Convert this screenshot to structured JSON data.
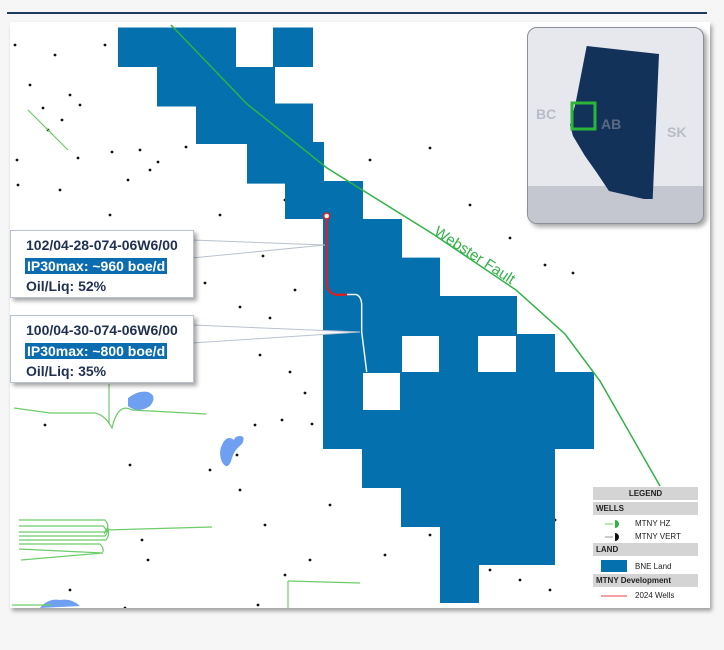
{
  "map": {
    "fault_label": "Webster Fault",
    "colors": {
      "land": "#0570ae",
      "fault": "#2fb345",
      "well_2024": "#e11d1d",
      "water": "#6f9ff0",
      "inset_province": "#13325a",
      "inset_box": "#2bb53a"
    }
  },
  "callouts": [
    {
      "well_id": "102/04-28-074-06W6/00",
      "ip30": "IP30max: ~960 boe/d",
      "oil_liq": "Oil/Liq: 52%"
    },
    {
      "well_id": "100/04-30-074-06W6/00",
      "ip30": "IP30max: ~800 boe/d",
      "oil_liq": "Oil/Liq: 35%"
    }
  ],
  "inset": {
    "labels": {
      "bc": "BC",
      "ab": "AB",
      "sk": "SK"
    }
  },
  "legend": {
    "title": "LEGEND",
    "wells_header": "WELLS",
    "wells": [
      {
        "label": "MTNY HZ",
        "icon": "green-half-dot"
      },
      {
        "label": "MTNY VERT",
        "icon": "black-half-dot"
      }
    ],
    "land_header": "LAND",
    "land": [
      {
        "label": "BNE Land"
      }
    ],
    "dev_header": "MTNY Development",
    "dev": [
      {
        "label": "2024 Wells"
      }
    ]
  }
}
